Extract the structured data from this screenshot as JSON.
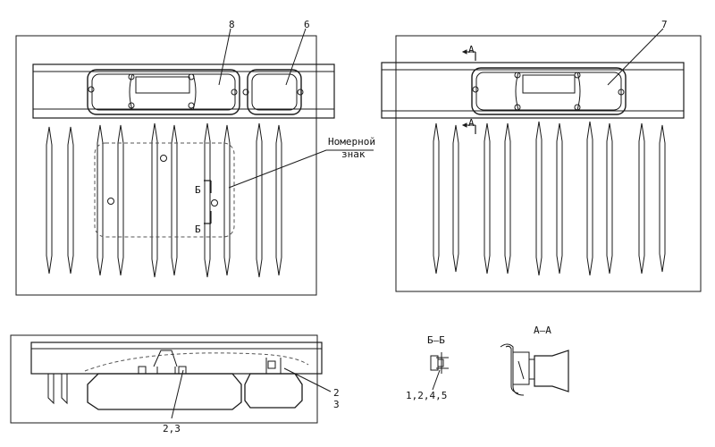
{
  "callouts": {
    "part_8": "8",
    "part_6": "6",
    "part_7": "7",
    "plate_line1": "Номерной",
    "plate_line2": "знак",
    "section_b_top": "Б",
    "section_b_bottom": "Б",
    "section_a_top": "А",
    "section_a_bottom": "А",
    "part_2": "2",
    "part_3": "3",
    "parts_2_3": "2,3",
    "parts_1_2_4_5": "1,2,4,5"
  },
  "section_titles": {
    "bb": "Б–Б",
    "aa": "А–А"
  },
  "colors": {
    "line": "#1a1a1a",
    "dashed": "#555555",
    "background": "#ffffff"
  }
}
